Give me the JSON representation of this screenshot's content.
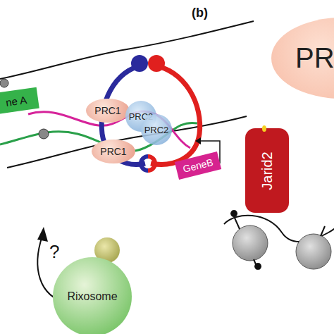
{
  "diagram": {
    "nodes": [
      {
        "text": [
          "ne A"
        ]
      },
      {
        "text": [
          "PRC1"
        ]
      },
      {
        "text": [
          "PRC2"
        ]
      },
      {
        "text": [
          "PRC2"
        ]
      },
      {
        "text": [
          "PRC1"
        ]
      },
      {
        "text": [
          "GeneB"
        ]
      },
      {
        "text": [
          "Rixosome"
        ]
      },
      {
        "text": [
          "PR"
        ]
      },
      {
        "text": [
          "Jarid2"
        ]
      }
    ],
    "labels": [
      "(b)",
      "?"
    ]
  }
}
